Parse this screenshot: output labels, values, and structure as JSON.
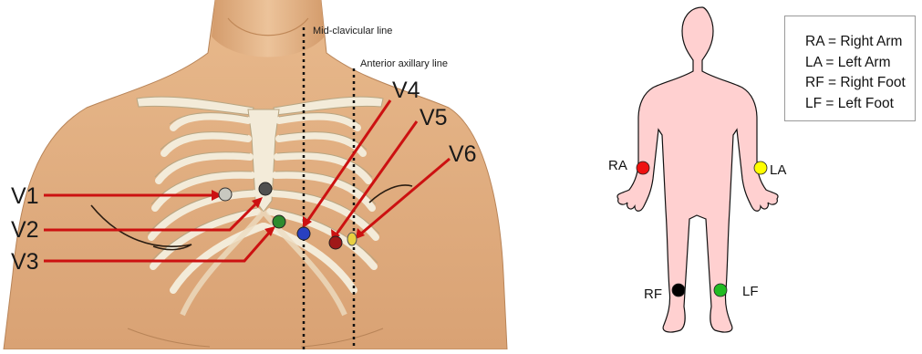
{
  "chest_diagram": {
    "guide_lines": {
      "mid_clavicular": "Mid-clavicular line",
      "anterior_axillary": "Anterior axillary line"
    },
    "precordial_leads": [
      {
        "label": "V1",
        "electrode_color": "#c8c8c0"
      },
      {
        "label": "V2",
        "electrode_color": "#505050"
      },
      {
        "label": "V3",
        "electrode_color": "#2e8b2e"
      },
      {
        "label": "V4",
        "electrode_color": "#2840c0"
      },
      {
        "label": "V5",
        "electrode_color": "#a01818"
      },
      {
        "label": "V6",
        "electrode_color": "#e8d040"
      }
    ],
    "arrow_color": "#cc1111"
  },
  "limb_diagram": {
    "leads": [
      {
        "label": "RA",
        "electrode_color": "#ee1111"
      },
      {
        "label": "LA",
        "electrode_color": "#ffff00"
      },
      {
        "label": "RF",
        "electrode_color": "#000000"
      },
      {
        "label": "LF",
        "electrode_color": "#22bb22"
      }
    ],
    "body_fill": "#ffd0d0",
    "legend": [
      "RA = Right Arm",
      "LA = Left Arm",
      "RF = Right Foot",
      "LF = Left Foot"
    ]
  }
}
